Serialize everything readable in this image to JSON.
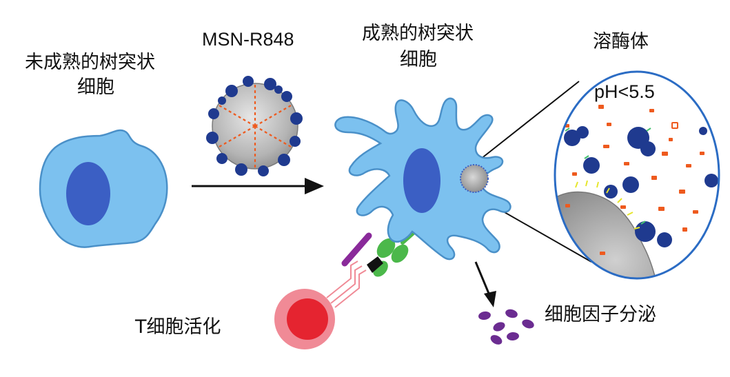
{
  "labels": {
    "immature_dc_line1": "未成熟的树突状",
    "immature_dc_line2": "细胞",
    "msn_r848": "MSN-R848",
    "mature_dc_line1": "成熟的树突状",
    "mature_dc_line2": "细胞",
    "lysosome": "溶酶体",
    "ph": "pH<5.5",
    "t_cell_activation": "T细胞活化",
    "cytokine_secretion": "细胞因子分泌"
  },
  "colors": {
    "cell_fill": "#7cc1ef",
    "cell_stroke": "#4a90c8",
    "nucleus": "#3b5fc4",
    "t_cell_outer": "#f08a96",
    "t_cell_inner": "#e52430",
    "cytokine": "#6b2c91",
    "receptor_green": "#4bb84a",
    "receptor_purple": "#8a2a9a",
    "drug_orange": "#ee5a1e",
    "protein_blue": "#1f3a8f",
    "silica_gray": "#b8b8b8"
  }
}
